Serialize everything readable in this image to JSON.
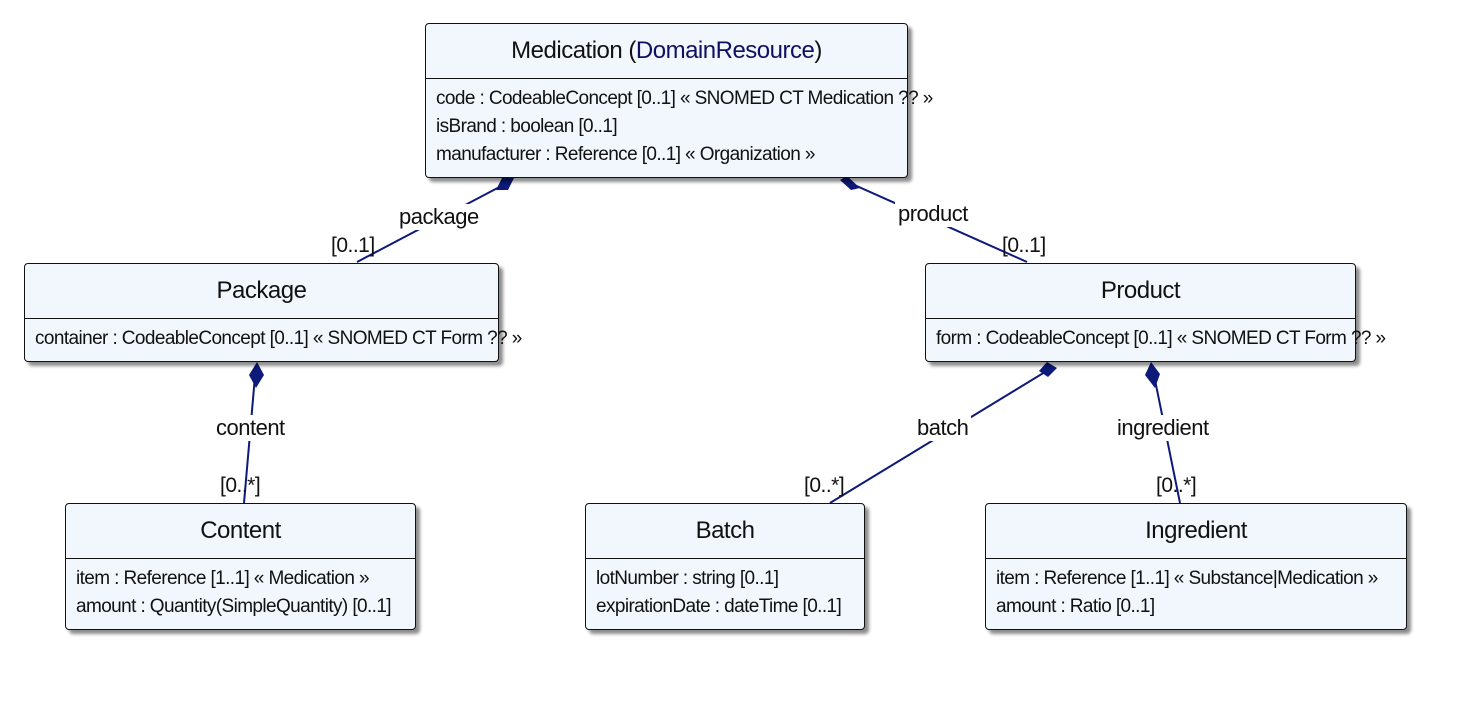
{
  "classes": {
    "medication": {
      "name": "Medication",
      "parent_open": "(",
      "parent": "DomainResource",
      "parent_close": ")",
      "attributes": [
        "code : CodeableConcept [0..1] « SNOMED CT Medication ?? »",
        "isBrand : boolean [0..1]",
        "manufacturer : Reference [0..1] « Organization »"
      ]
    },
    "package": {
      "name": "Package",
      "attributes": [
        "container : CodeableConcept [0..1] « SNOMED CT Form ?? »"
      ]
    },
    "product": {
      "name": "Product",
      "attributes": [
        "form : CodeableConcept [0..1] « SNOMED CT Form ?? »"
      ]
    },
    "content": {
      "name": "Content",
      "attributes": [
        "item : Reference [1..1] « Medication »",
        "amount : Quantity(SimpleQuantity) [0..1]"
      ]
    },
    "batch": {
      "name": "Batch",
      "attributes": [
        "lotNumber : string [0..1]",
        "expirationDate : dateTime [0..1]"
      ]
    },
    "ingredient": {
      "name": "Ingredient",
      "attributes": [
        "item : Reference [1..1] « Substance|Medication »",
        "amount : Ratio [0..1]"
      ]
    }
  },
  "associations": {
    "package": {
      "role": "package",
      "cardinality": "[0..1]"
    },
    "product": {
      "role": "product",
      "cardinality": "[0..1]"
    },
    "content": {
      "role": "content",
      "cardinality": "[0..*]"
    },
    "batch": {
      "role": "batch",
      "cardinality": "[0..*]"
    },
    "ingredient": {
      "role": "ingredient",
      "cardinality": "[0..*]"
    }
  },
  "colors": {
    "box_fill": "#f1f7fd",
    "line": "#0d1a7a",
    "link_text": "#101060"
  }
}
